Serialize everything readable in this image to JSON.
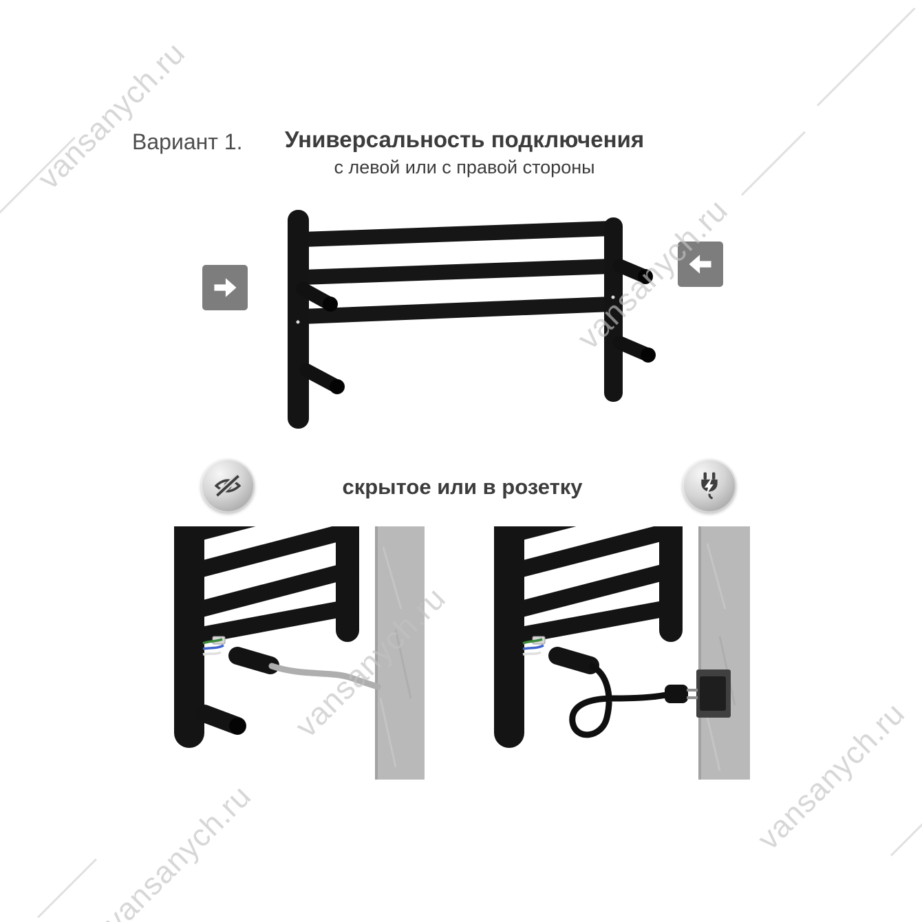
{
  "watermark": {
    "text": "vansanych.ru"
  },
  "header": {
    "variant_label": "Вариант 1.",
    "title": "Универсальность подключения",
    "subtitle": "с левой или с правой стороны"
  },
  "connection_section": {
    "title": "скрытое или в розетку"
  },
  "icons": {
    "left_side": "arrow-right",
    "right_side": "arrow-left",
    "concealed": "eye-slash",
    "socket": "power-plug-lightning"
  },
  "colors": {
    "rail_black": "#161616",
    "arrow_box_gray": "#7d7d7d",
    "wall_gray": "#b9b9b9",
    "text_dark": "#3c3c3c",
    "watermark_gray": "#c2c2c2"
  }
}
